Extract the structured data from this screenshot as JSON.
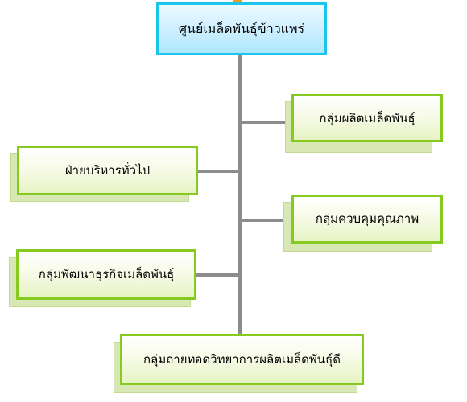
{
  "diagram": {
    "root": {
      "label": "ศูนย์เมล็ดพันธุ์ข้าวแพร่"
    },
    "nodes": [
      {
        "label": "กลุ่มผลิตเมล็ดพันธุ์"
      },
      {
        "label": "ฝ่ายบริหารทั่วไป"
      },
      {
        "label": "กลุ่มควบคุมคุณภาพ"
      },
      {
        "label": "กลุ่มพัฒนาธุรกิจเมล็ดพันธุ์"
      },
      {
        "label": "กลุ่มถ่ายทอดวิทยาการผลิตเมล็ดพันธุ์ดี"
      }
    ]
  }
}
